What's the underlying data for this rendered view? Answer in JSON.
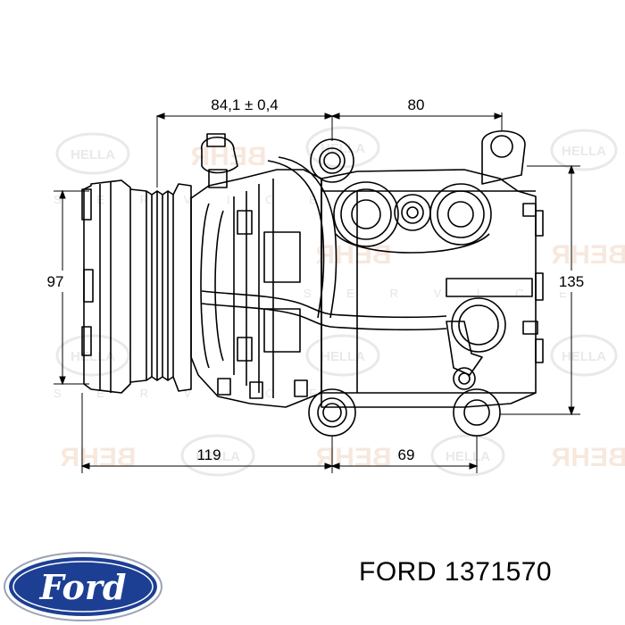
{
  "diagram": {
    "dimensions": {
      "top_left": "84,1 ± 0,4",
      "top_right": "80",
      "left": "97",
      "right": "135",
      "bottom_left": "119",
      "bottom_right": "69"
    },
    "watermark": {
      "logo_text": "HELLA",
      "mirrored_text": "BEHR",
      "service_letters": "S E R V I C E"
    }
  },
  "brand": {
    "logo_text": "Ford",
    "logo_color": "#1c3f94"
  },
  "caption": {
    "text": "FORD 1371570"
  }
}
